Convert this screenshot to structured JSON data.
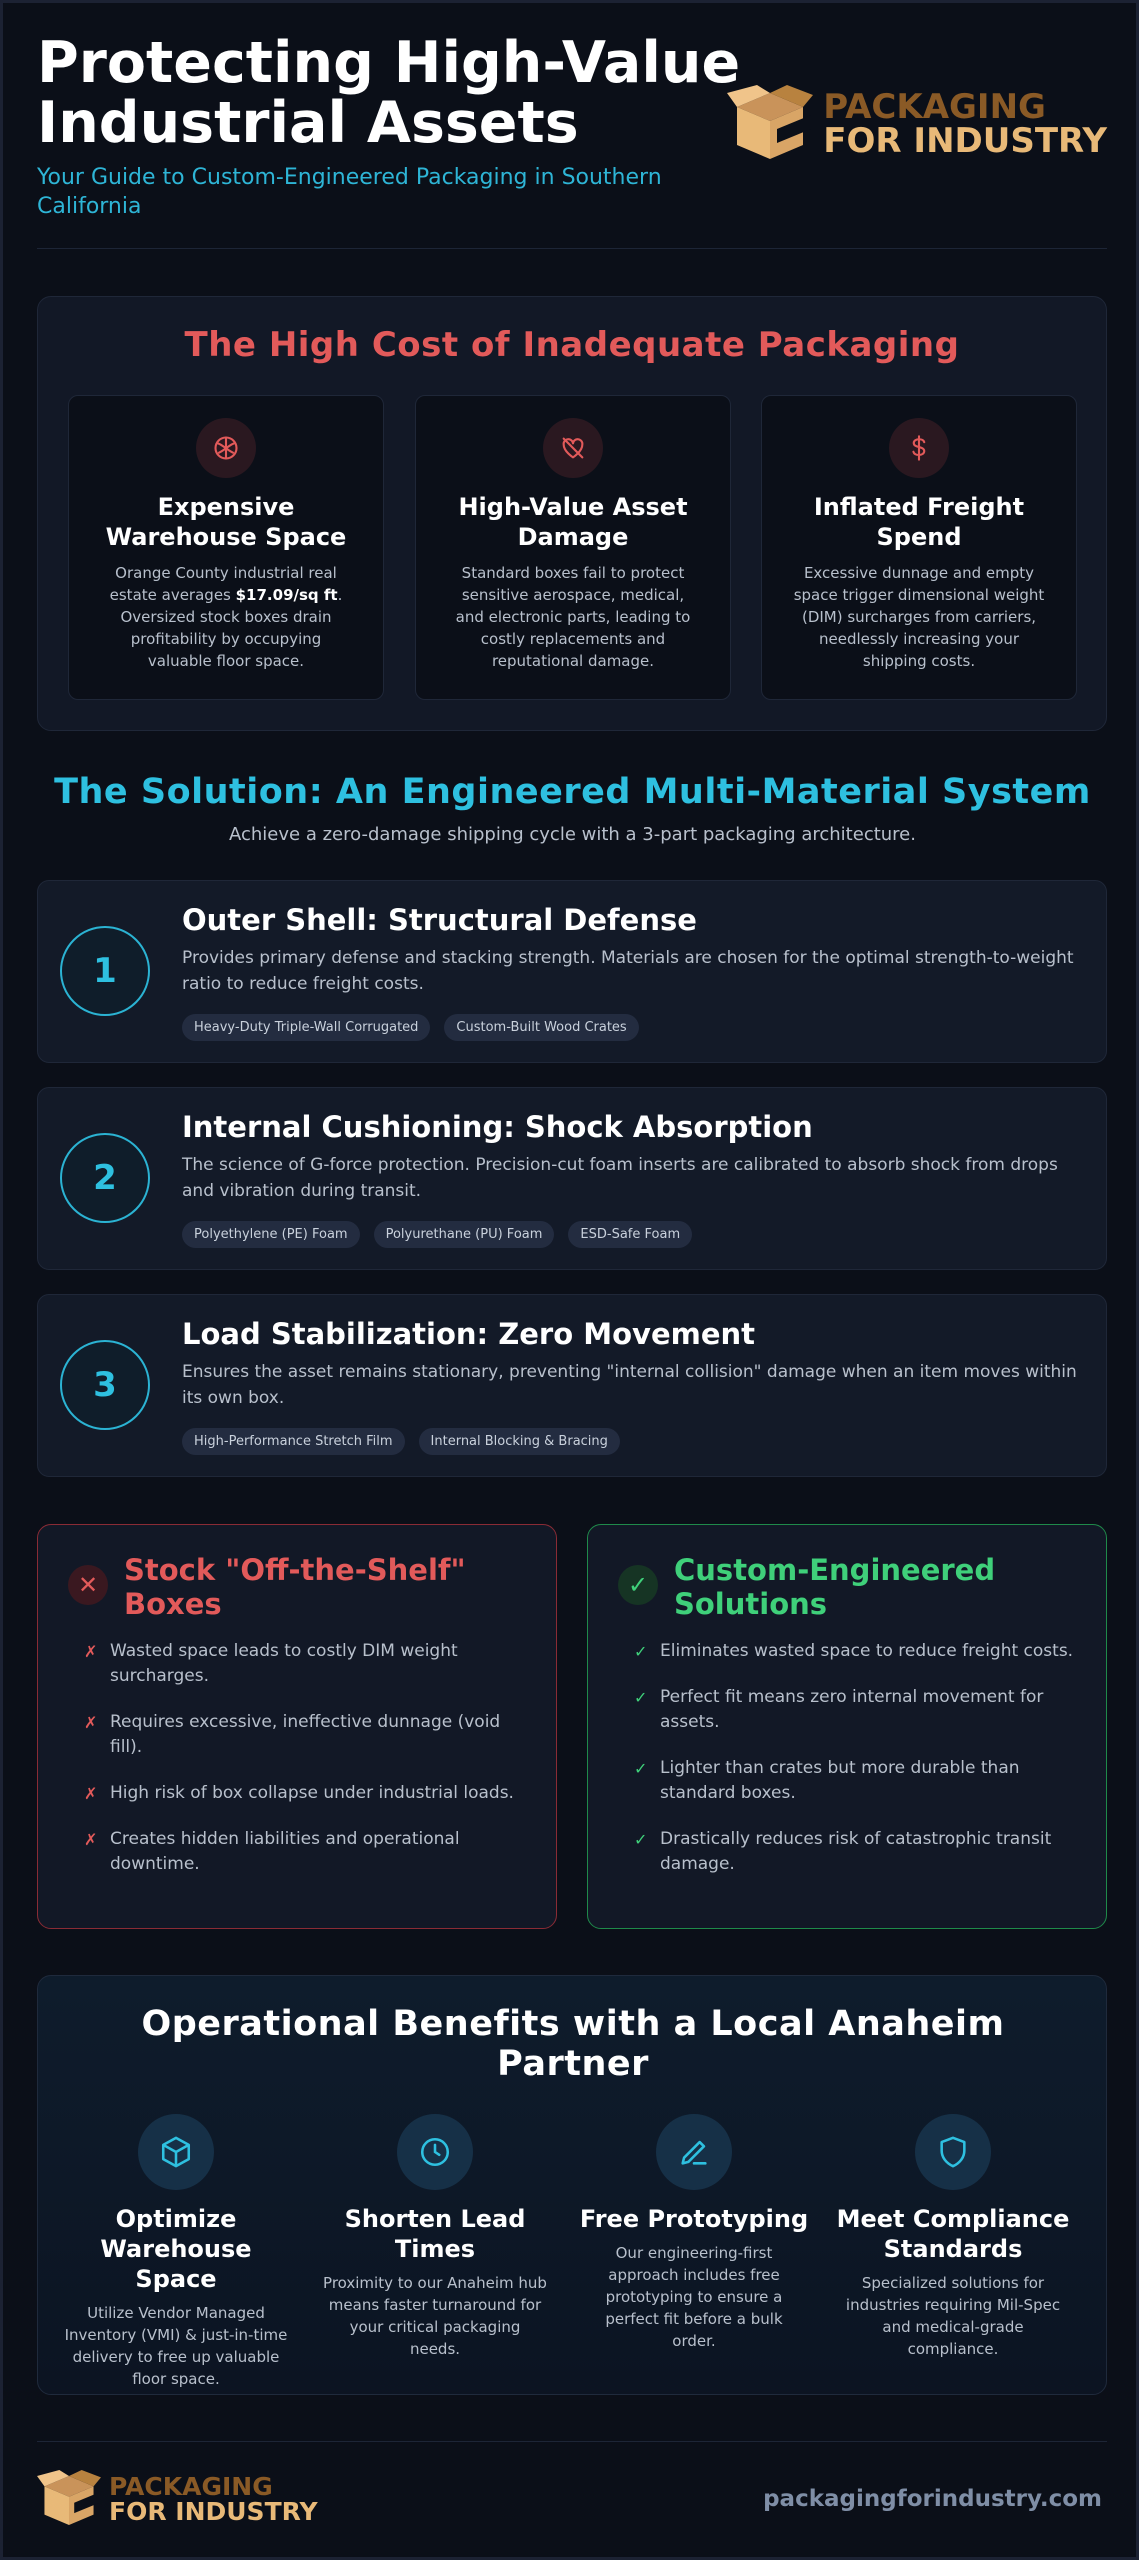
{
  "header": {
    "title": "Protecting High-Value Industrial Assets",
    "subtitle": "Your Guide to Custom-Engineered Packaging in Southern California",
    "logo_line1": "PACKAGING",
    "logo_line2": "FOR INDUSTRY",
    "logo_icon": "open-box-icon"
  },
  "colors": {
    "background": "#0b0f18",
    "problem_accent": "#e25a5a",
    "solution_accent": "#2ec0e0",
    "good_accent": "#3fd07a",
    "logo_dark": "#8a5a26",
    "logo_light": "#e8b978"
  },
  "problem": {
    "title": "The High Cost of Inadequate Packaging",
    "cards": [
      {
        "icon": "brain-icon",
        "title": "Expensive Warehouse Space",
        "text_before": "Orange County industrial real estate averages ",
        "highlight": "$17.09/sq ft",
        "text_after": ". Oversized stock boxes drain profitability by occupying valuable floor space."
      },
      {
        "icon": "heart-broken-icon",
        "title": "High-Value Asset Damage",
        "text": "Standard boxes fail to protect sensitive aerospace, medical, and electronic parts, leading to costly replacements and reputational damage."
      },
      {
        "icon": "dollar-icon",
        "title": "Inflated Freight Spend",
        "text": "Excessive dunnage and empty space trigger dimensional weight (DIM) surcharges from carriers, needlessly increasing your shipping costs."
      }
    ]
  },
  "solution": {
    "title": "The Solution: An Engineered Multi-Material System",
    "subtitle": "Achieve a zero-damage shipping cycle with a 3-part packaging architecture.",
    "layers": [
      {
        "num": "1",
        "title": "Outer Shell: Structural Defense",
        "text": "Provides primary defense and stacking strength. Materials are chosen for the optimal strength-to-weight ratio to reduce freight costs.",
        "tags": [
          "Heavy-Duty Triple-Wall Corrugated",
          "Custom-Built Wood Crates"
        ]
      },
      {
        "num": "2",
        "title": "Internal Cushioning: Shock Absorption",
        "text": "The science of G-force protection. Precision-cut foam inserts are calibrated to absorb shock from drops and vibration during transit.",
        "tags": [
          "Polyethylene (PE) Foam",
          "Polyurethane (PU) Foam",
          "ESD-Safe Foam"
        ]
      },
      {
        "num": "3",
        "title": "Load Stabilization: Zero Movement",
        "text": "Ensures the asset remains stationary, preventing \"internal collision\" damage when an item moves within its own box.",
        "tags": [
          "High-Performance Stretch Film",
          "Internal Blocking & Bracing"
        ]
      }
    ]
  },
  "compare": {
    "bad": {
      "badge": "✕",
      "mark": "✗",
      "title": "Stock \"Off-the-Shelf\" Boxes",
      "items": [
        "Wasted space leads to costly DIM weight surcharges.",
        "Requires excessive, ineffective dunnage (void fill).",
        "High risk of box collapse under industrial loads.",
        "Creates hidden liabilities and operational downtime."
      ]
    },
    "good": {
      "badge": "✓",
      "mark": "✓",
      "title": "Custom-Engineered Solutions",
      "items": [
        "Eliminates wasted space to reduce freight costs.",
        "Perfect fit means zero internal movement for assets.",
        "Lighter than crates but more durable than standard boxes.",
        "Drastically reduces risk of catastrophic transit damage."
      ]
    }
  },
  "benefits": {
    "title": "Operational Benefits with a Local Anaheim Partner",
    "items": [
      {
        "icon": "cube-icon",
        "title": "Optimize Warehouse Space",
        "text": "Utilize Vendor Managed Inventory (VMI) & just-in-time delivery to free up valuable floor space."
      },
      {
        "icon": "clock-icon",
        "title": "Shorten Lead Times",
        "text": "Proximity to our Anaheim hub means faster turnaround for your critical packaging needs."
      },
      {
        "icon": "pencil-icon",
        "title": "Free Prototyping",
        "text": "Our engineering-first approach includes free prototyping to ensure a perfect fit before a bulk order."
      },
      {
        "icon": "shield-icon",
        "title": "Meet Compliance Standards",
        "text": "Specialized solutions for industries requiring Mil-Spec and medical-grade compliance."
      }
    ]
  },
  "footer": {
    "url": "packagingforindustry.com"
  }
}
